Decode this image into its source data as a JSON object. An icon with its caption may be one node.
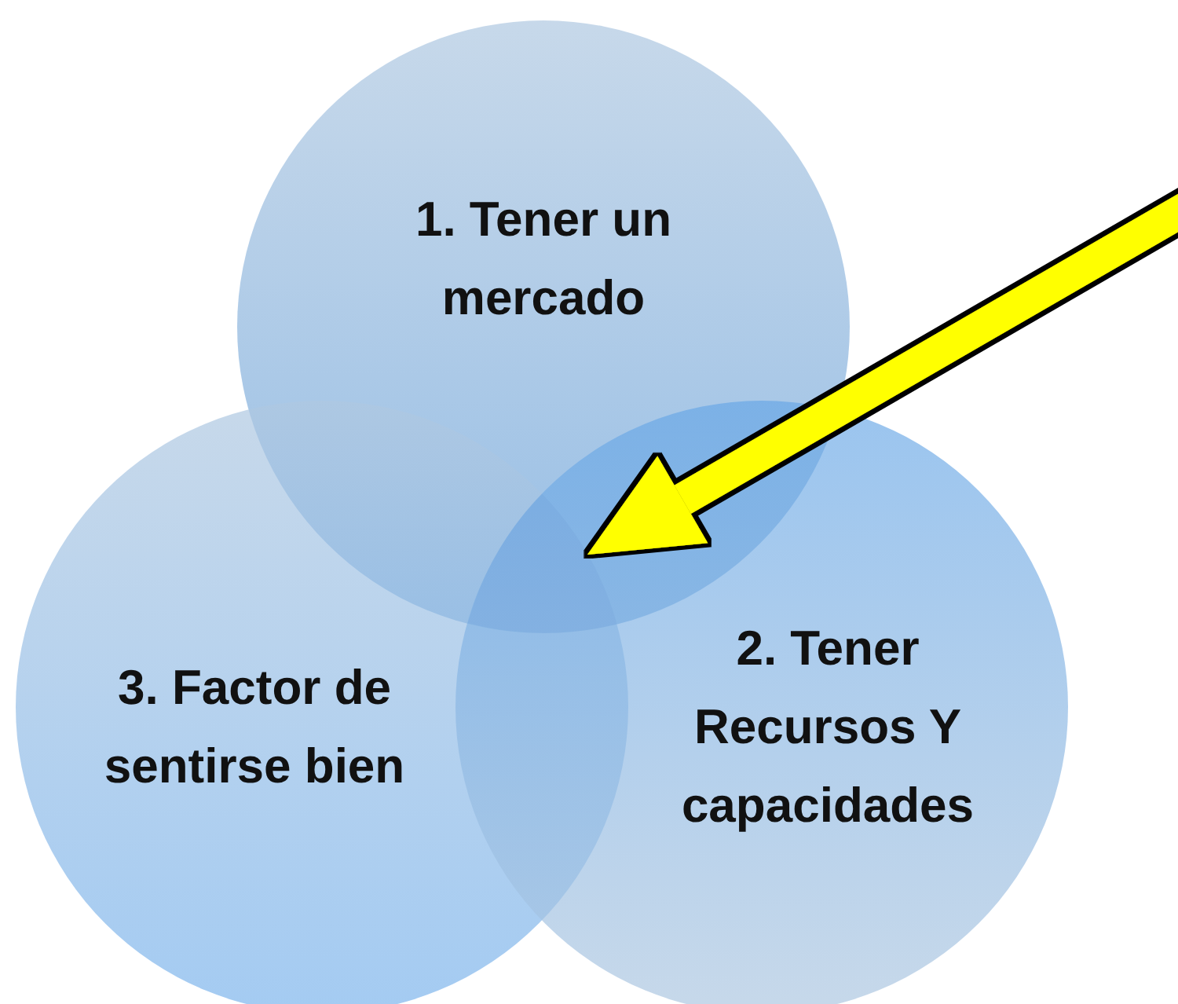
{
  "diagram": {
    "nodes": [
      {
        "text": [
          "1. Tener un mercado"
        ]
      },
      {
        "text": [
          "3. Factor de sentirse bien"
        ]
      },
      {
        "text": [
          "2. Tener Recursos Y capacidades"
        ]
      },
      {
        "text": [],
        "shape": "intersection"
      }
    ],
    "edges": [
      {
        "from": null,
        "to": 3,
        "arrow": "to",
        "color": "#ffff00"
      }
    ]
  }
}
